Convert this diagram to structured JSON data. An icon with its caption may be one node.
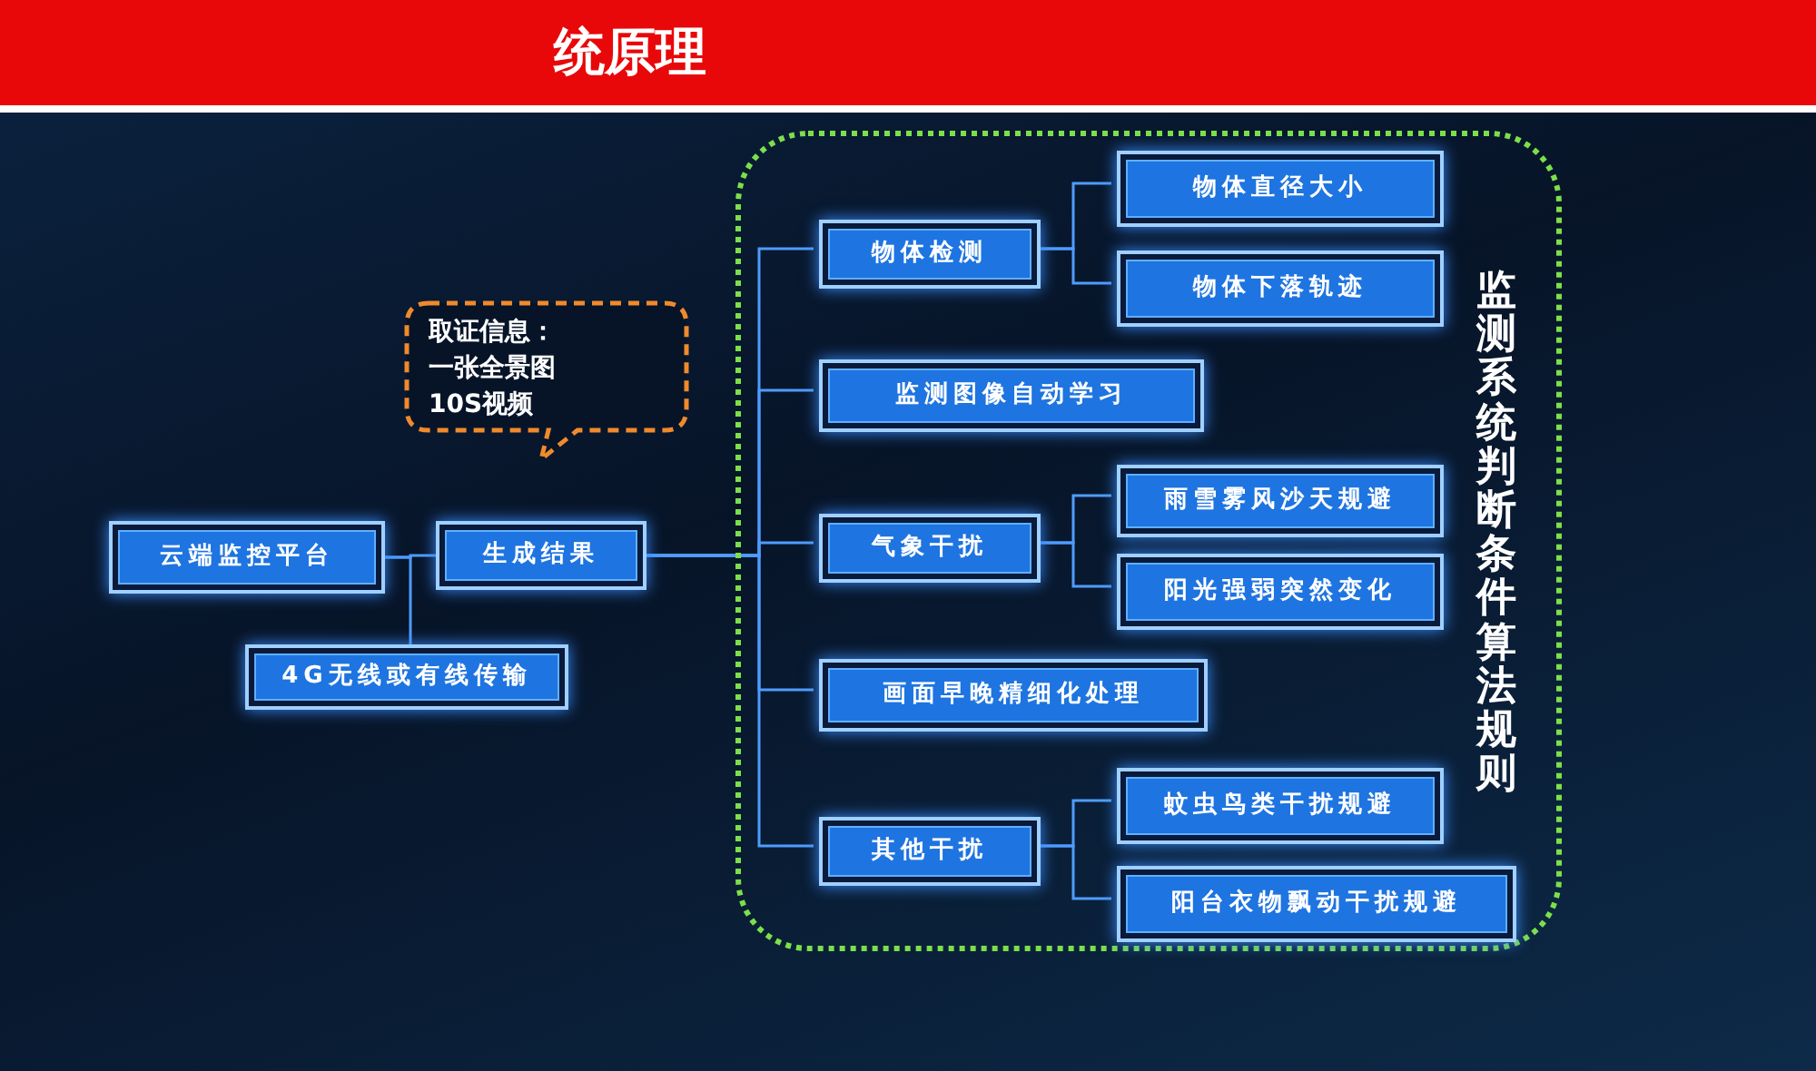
{
  "diagram": {
    "title": "统原理",
    "nodes": [
      {
        "text": [
          "云端监控平台"
        ]
      },
      {
        "text": [
          "生成结果"
        ]
      },
      {
        "text": [
          "4G无线或有线传输"
        ]
      },
      {
        "text": [
          "取证信息：",
          "一张全景图",
          "10S视频"
        ]
      },
      {
        "text": [
          "监测系统判断条件算法规则"
        ]
      },
      {
        "text": [
          "物体检测"
        ],
        "in": 4
      },
      {
        "text": [
          "物体直径大小"
        ],
        "in": 4
      },
      {
        "text": [
          "物体下落轨迹"
        ],
        "in": 4
      },
      {
        "text": [
          "监测图像自动学习"
        ],
        "in": 4
      },
      {
        "text": [
          "气象干扰"
        ],
        "in": 4
      },
      {
        "text": [
          "雨雪雾风沙天规避"
        ],
        "in": 4
      },
      {
        "text": [
          "阳光强弱突然变化"
        ],
        "in": 4
      },
      {
        "text": [
          "画面早晚精细化处理"
        ],
        "in": 4
      },
      {
        "text": [
          "其他干扰"
        ],
        "in": 4
      },
      {
        "text": [
          "蚊虫鸟类干扰规避"
        ],
        "in": 4
      },
      {
        "text": [
          "阳台衣物飘动干扰规避"
        ],
        "in": 4
      }
    ],
    "edges": [
      {
        "from": 0,
        "to": 1,
        "arrow": "none"
      },
      {
        "from": 0,
        "to": 2,
        "arrow": "none"
      },
      {
        "from": 1,
        "to": 5,
        "arrow": "none"
      },
      {
        "from": 1,
        "to": 8,
        "arrow": "none"
      },
      {
        "from": 1,
        "to": 9,
        "arrow": "none"
      },
      {
        "from": 1,
        "to": 12,
        "arrow": "none"
      },
      {
        "from": 1,
        "to": 13,
        "arrow": "none"
      },
      {
        "from": 5,
        "to": 6,
        "arrow": "none"
      },
      {
        "from": 5,
        "to": 7,
        "arrow": "none"
      },
      {
        "from": 9,
        "to": 10,
        "arrow": "none"
      },
      {
        "from": 9,
        "to": 11,
        "arrow": "none"
      },
      {
        "from": 13,
        "to": 14,
        "arrow": "none"
      },
      {
        "from": 13,
        "to": 15,
        "arrow": "none"
      }
    ]
  }
}
